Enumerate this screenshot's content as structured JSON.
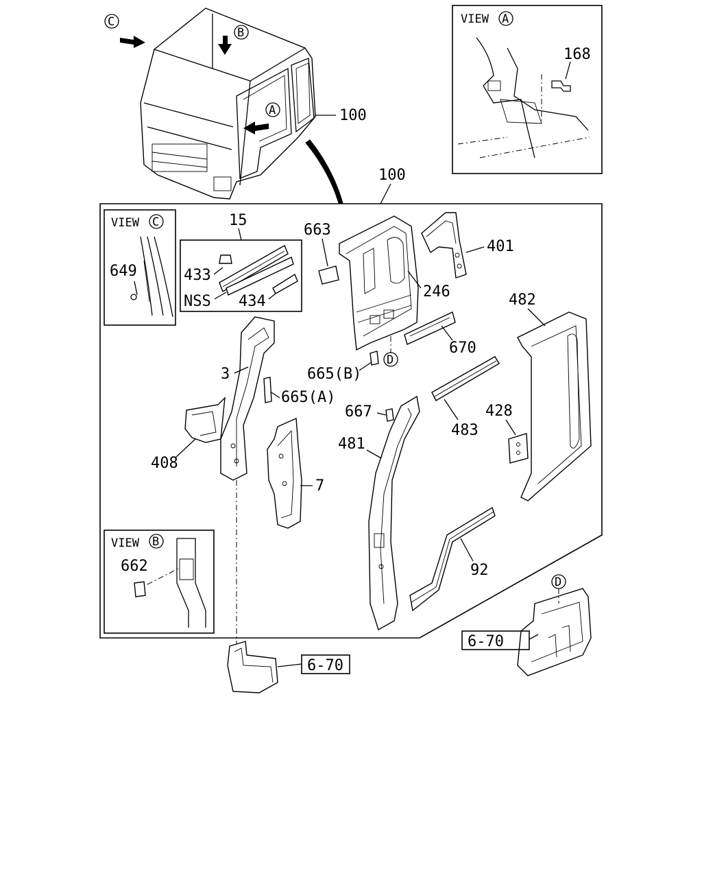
{
  "views": {
    "a": {
      "title": "VIEW",
      "letter": "A"
    },
    "b": {
      "title": "VIEW",
      "letter": "B"
    },
    "c": {
      "title": "VIEW",
      "letter": "C"
    }
  },
  "markers": {
    "a": "A",
    "b": "B",
    "c": "C",
    "d": "D"
  },
  "callouts": {
    "p100_top": "100",
    "p100_group": "100",
    "p168": "168",
    "p15": "15",
    "p433": "433",
    "nss": "NSS",
    "p434": "434",
    "p649": "649",
    "p663": "663",
    "p401": "401",
    "p246": "246",
    "p482": "482",
    "p670": "670",
    "p665b": "665(B)",
    "p3": "3",
    "p665a": "665(A)",
    "p667": "667",
    "p483": "483",
    "p428": "428",
    "p481": "481",
    "p408": "408",
    "p7": "7",
    "p92": "92",
    "p662": "662"
  },
  "references": {
    "ref1": "6-70",
    "ref2": "6-70"
  }
}
